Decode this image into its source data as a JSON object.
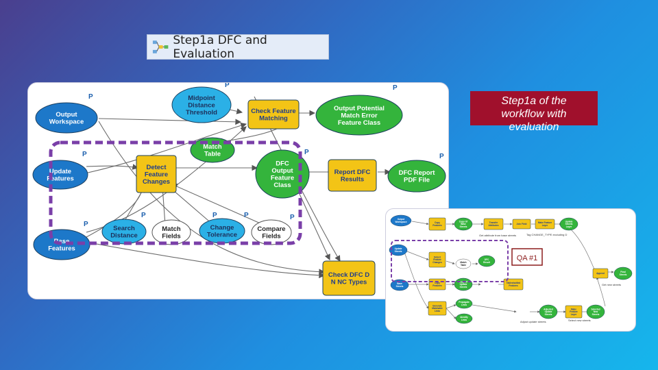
{
  "toolbar": {
    "title": "Step1a DFC and Evaluation",
    "icon": "model-icon"
  },
  "callout": {
    "lines": [
      "Step1a of the",
      "workflow with",
      "evaluation"
    ]
  },
  "colors": {
    "data": "#1d78c9",
    "tool": "#f3c416",
    "output": "#34b43c",
    "param": "#2bb0e6",
    "dashed": "#7a3fa8",
    "callout": "#a0102c"
  },
  "diagram": {
    "param_marker": "P",
    "nodes": [
      {
        "id": "output-workspace",
        "lines": [
          "Output",
          "Workspace"
        ],
        "kind": "data"
      },
      {
        "id": "midpoint-distance-threshold",
        "lines": [
          "Midpoint",
          "Distance",
          "Threshold"
        ],
        "kind": "param"
      },
      {
        "id": "check-feature-matching",
        "lines": [
          "Check Feature",
          "Matching"
        ],
        "kind": "tool"
      },
      {
        "id": "output-potential-match-error",
        "lines": [
          "Output Potential",
          "Match Error",
          "Feature Class"
        ],
        "kind": "output"
      },
      {
        "id": "match-table",
        "lines": [
          "Match",
          "Table"
        ],
        "kind": "output"
      },
      {
        "id": "update-features",
        "lines": [
          "Update",
          "Features"
        ],
        "kind": "data"
      },
      {
        "id": "detect-feature-changes",
        "lines": [
          "Detect",
          "Feature",
          "Changes"
        ],
        "kind": "tool"
      },
      {
        "id": "dfc-output-feature-class",
        "lines": [
          "DFC",
          "Output",
          "Feature",
          "Class"
        ],
        "kind": "output"
      },
      {
        "id": "report-dfc-results",
        "lines": [
          "Report DFC",
          "Results"
        ],
        "kind": "tool"
      },
      {
        "id": "dfc-report-pdf-file",
        "lines": [
          "DFC Report",
          "PDF File"
        ],
        "kind": "output"
      },
      {
        "id": "base-features",
        "lines": [
          "Base",
          "Features"
        ],
        "kind": "data"
      },
      {
        "id": "search-distance",
        "lines": [
          "Search",
          "Distance"
        ],
        "kind": "param"
      },
      {
        "id": "match-fields",
        "lines": [
          "Match",
          "Fields"
        ],
        "kind": "plain"
      },
      {
        "id": "change-tolerance",
        "lines": [
          "Change",
          "Tolerance"
        ],
        "kind": "param"
      },
      {
        "id": "compare-fields",
        "lines": [
          "Compare",
          "Fields"
        ],
        "kind": "plain"
      },
      {
        "id": "check-dfc-types",
        "lines": [
          "Check DFC D",
          "N NC Types"
        ],
        "kind": "tool"
      }
    ]
  },
  "mini": {
    "qa_label": "QA #1",
    "nodes": [
      {
        "id": "update-streets",
        "lines": [
          "Update",
          "Streets"
        ],
        "kind": "data"
      },
      {
        "id": "base-streets",
        "lines": [
          "Base",
          "Streets"
        ],
        "kind": "data"
      },
      {
        "id": "output-workspace",
        "lines": [
          "Output",
          "Workspace"
        ],
        "kind": "data"
      },
      {
        "id": "copy-features",
        "lines": [
          "Copy",
          "Features"
        ],
        "kind": "tool"
      },
      {
        "id": "detect-feature-changes",
        "lines": [
          "Detect",
          "Feature",
          "Changes"
        ],
        "kind": "tool"
      },
      {
        "id": "copy-features-2",
        "lines": [
          "Copy",
          "Features"
        ],
        "kind": "tool"
      },
      {
        "id": "generate-matchable-links",
        "lines": [
          "Generate",
          "Matchable",
          "Links"
        ],
        "kind": "tool"
      },
      {
        "id": "copy-of-base-streets",
        "lines": [
          "Copy Of",
          "Base",
          "Streets"
        ],
        "kind": "output"
      },
      {
        "id": "dfc-result",
        "lines": [
          "DFC",
          "Result"
        ],
        "kind": "output"
      },
      {
        "id": "copy-of-update-streets",
        "lines": [
          "Copy Of",
          "Update",
          "Streets"
        ],
        "kind": "output"
      },
      {
        "id": "match-table",
        "lines": [
          "Match",
          "Table"
        ],
        "kind": "plain"
      },
      {
        "id": "transfer-attributes",
        "lines": [
          "Transfer",
          "Attributes"
        ],
        "kind": "tool"
      },
      {
        "id": "join-field",
        "lines": [
          "Join Field"
        ],
        "kind": "tool"
      },
      {
        "id": "propagate-links",
        "lines": [
          "Propagate",
          "Links"
        ],
        "kind": "output"
      },
      {
        "id": "identify-links",
        "lines": [
          "Identify",
          "Links"
        ],
        "kind": "output"
      },
      {
        "id": "make-feature-layer",
        "lines": [
          "Make Feature",
          "Layer"
        ],
        "kind": "tool"
      },
      {
        "id": "update-streets-layer",
        "lines": [
          "Update",
          "Streets",
          "Layer"
        ],
        "kind": "output"
      },
      {
        "id": "tableshuttled-features",
        "lines": [
          "Tableshuttled",
          "Features"
        ],
        "kind": "tool"
      },
      {
        "id": "adjusted-update-streets",
        "lines": [
          "Adjusted",
          "Update",
          "Streets"
        ],
        "kind": "output"
      },
      {
        "id": "make-feature-layer-2",
        "lines": [
          "Make",
          "Feature",
          "Layer"
        ],
        "kind": "tool"
      },
      {
        "id": "selected-new-streets",
        "lines": [
          "Selected",
          "New",
          "Streets"
        ],
        "kind": "output"
      },
      {
        "id": "append",
        "lines": [
          "Append"
        ],
        "kind": "tool"
      },
      {
        "id": "final-streets",
        "lines": [
          "Final",
          "Streets"
        ],
        "kind": "output"
      }
    ],
    "annotations": [
      "Get attribute from base streets",
      "Tag CHANGE_TYPE excluding D",
      "Get new streets",
      "Adjust update streets",
      "Select new streets"
    ]
  }
}
